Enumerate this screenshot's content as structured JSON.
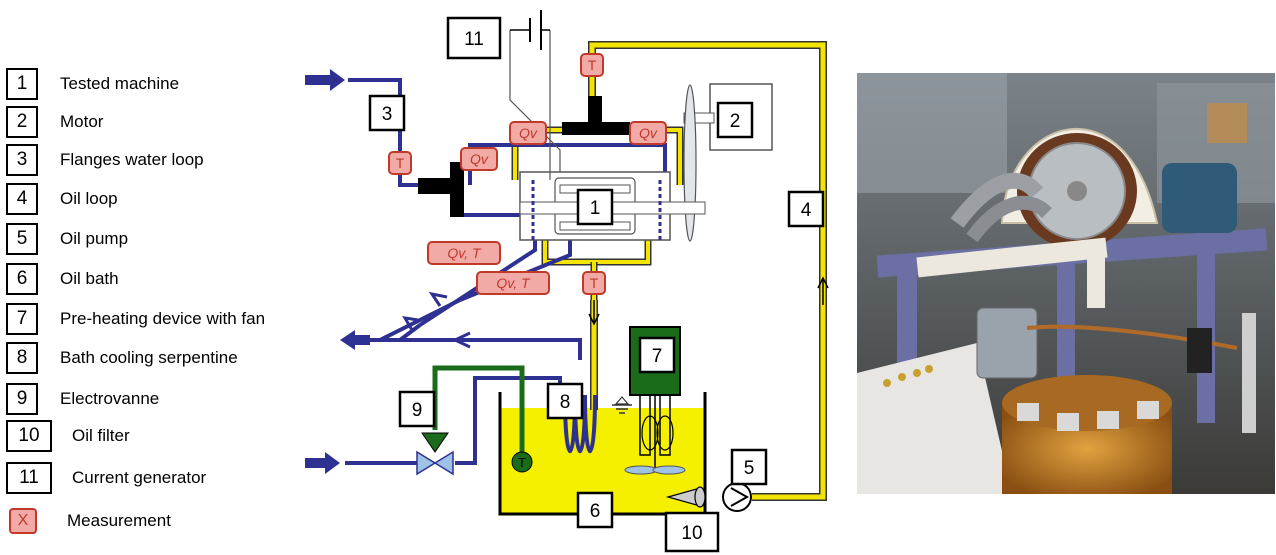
{
  "legend": [
    {
      "num": "1",
      "text": "Tested machine"
    },
    {
      "num": "2",
      "text": "Motor"
    },
    {
      "num": "3",
      "text": "Flanges water loop"
    },
    {
      "num": "4",
      "text": "Oil loop"
    },
    {
      "num": "5",
      "text": "Oil pump"
    },
    {
      "num": "6",
      "text": "Oil bath"
    },
    {
      "num": "7",
      "text": "Pre-heating device with fan"
    },
    {
      "num": "8",
      "text": "Bath cooling serpentine"
    },
    {
      "num": "9",
      "text": "Electrovanne"
    },
    {
      "num": "10",
      "text": "Oil filter"
    },
    {
      "num": "11",
      "text": "Current generator"
    }
  ],
  "measurement": {
    "symbol": "X",
    "text": "Measurement"
  },
  "diagram_labels": {
    "n1": "1",
    "n2": "2",
    "n3": "3",
    "n4": "4",
    "n5": "5",
    "n6": "6",
    "n7": "7",
    "n8": "8",
    "n9": "9",
    "n10": "10",
    "n11": "11",
    "t": "T",
    "qv": "Qv",
    "qvt": "Qv, T"
  },
  "colors": {
    "water_loop": "#2e3192",
    "oil_loop": "#f4e500",
    "electrovanne": "#1a6b1a",
    "sensor_fill": "#f2aaa7",
    "sensor_stroke": "#c0392b"
  }
}
